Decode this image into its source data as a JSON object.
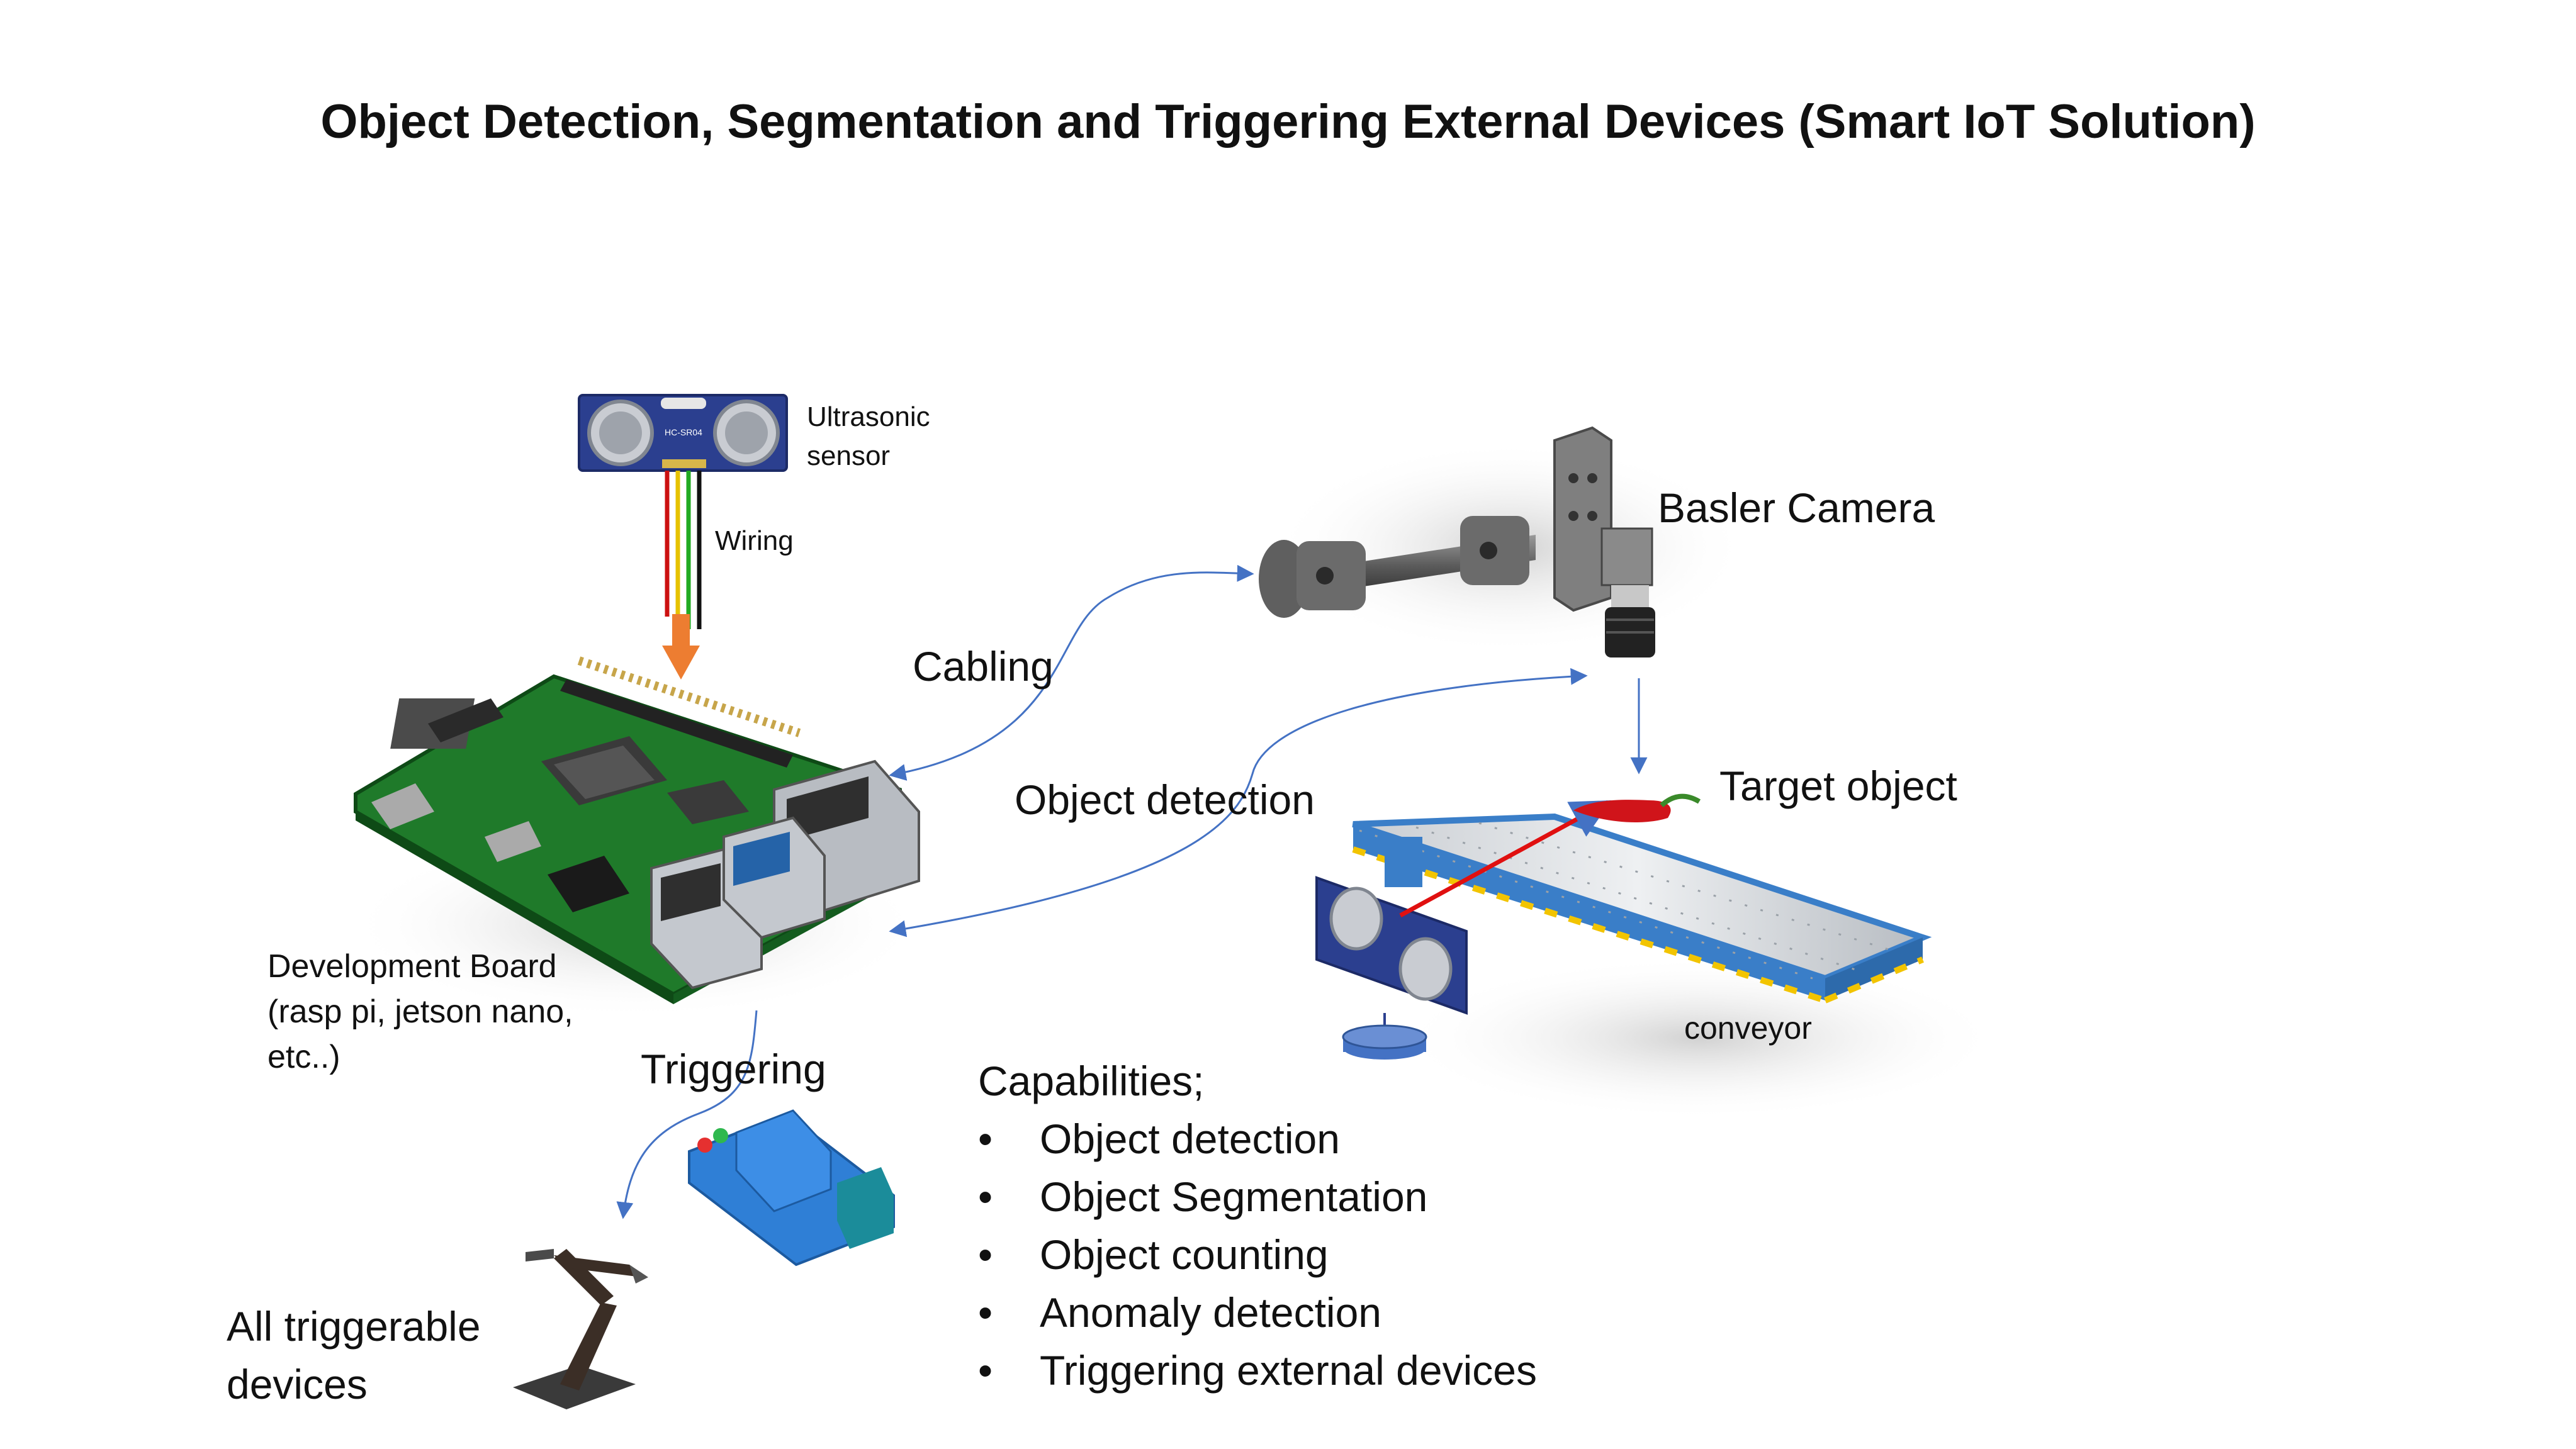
{
  "title": "Object Detection, Segmentation and Triggering External Devices (Smart IoT Solution)",
  "labels": {
    "ultrasonic_sensor": "Ultrasonic sensor",
    "ultrasonic_line1": "Ultrasonic",
    "ultrasonic_line2": "sensor",
    "sensor_chip_text": "HC-SR04",
    "wiring": "Wiring",
    "cabling": "Cabling",
    "basler_camera": "Basler Camera",
    "object_detection": "Object detection",
    "target_object": "Target object",
    "dev_board_line1": "Development Board",
    "dev_board_line2": "(rasp pi, jetson nano,",
    "dev_board_line3": "etc..)",
    "triggering": "Triggering",
    "conveyor": "conveyor",
    "all_triggerable_line1": "All triggerable",
    "all_triggerable_line2": "devices"
  },
  "capabilities": {
    "heading": "Capabilities;",
    "items": [
      "Object detection",
      "Object Segmentation",
      "Object counting",
      "Anomaly detection",
      "Triggering external devices"
    ]
  },
  "colors": {
    "arrow": "#4472c4",
    "wiring_arrow": "#ed7d31",
    "sensor_board": "#2b3f8f",
    "dev_board": "#1f7a2a",
    "relay": "#2f7fd6",
    "conveyor_frame": "#3a7ec8",
    "conveyor_stripe": "#f2c400",
    "laser": "#e01010",
    "chili": "#d0141a"
  },
  "icons": [
    "ultrasonic-sensor-image",
    "development-board-image",
    "basler-camera-image",
    "conveyor-image",
    "relay-module-image",
    "robot-arm-image",
    "chili-pepper-image"
  ]
}
